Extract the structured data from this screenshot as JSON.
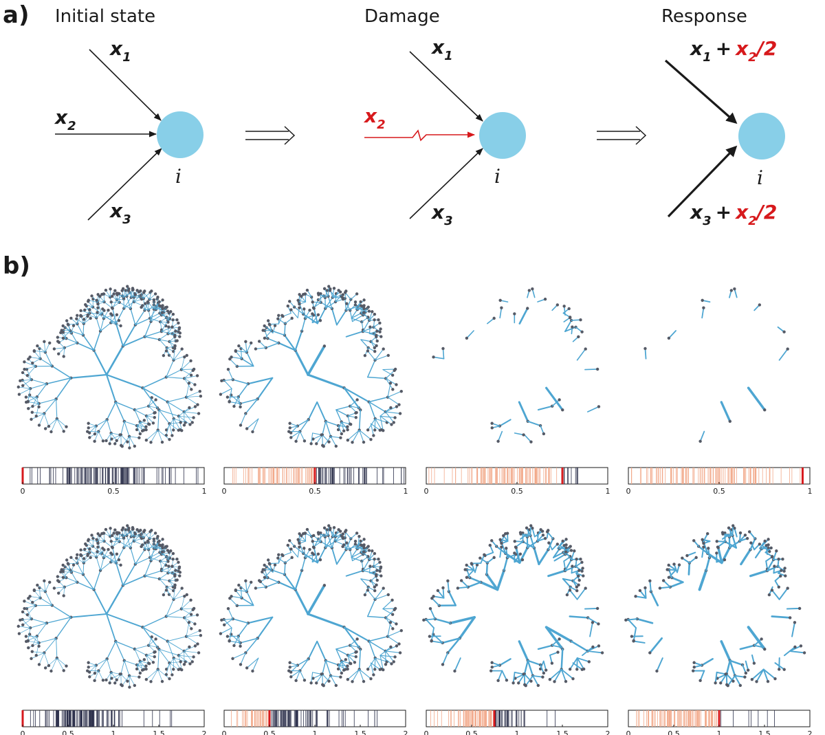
{
  "panel_labels": {
    "a": "a)",
    "b": "b)"
  },
  "stages": {
    "initial": "Initial state",
    "damage": "Damage",
    "response": "Response"
  },
  "node_label": "i",
  "vars": {
    "x": "x",
    "one": "1",
    "two": "2",
    "three": "3",
    "plus": "+",
    "half": "/2"
  },
  "colors": {
    "node": "#88cfe8",
    "damage": "#d7191c",
    "network": "#4ea6d2",
    "spikes": "#2b2f4a",
    "faded_spikes": "#f2a98a"
  },
  "bars": {
    "row1": {
      "ticks": [
        "0",
        "0.5",
        "1"
      ],
      "markers": [
        0.0,
        0.5,
        0.75,
        0.96
      ]
    },
    "row2": {
      "ticks": [
        "0",
        "0.5",
        "1",
        "1.5",
        "2"
      ],
      "markers": [
        0.0,
        0.5,
        0.75,
        1.0
      ]
    }
  }
}
